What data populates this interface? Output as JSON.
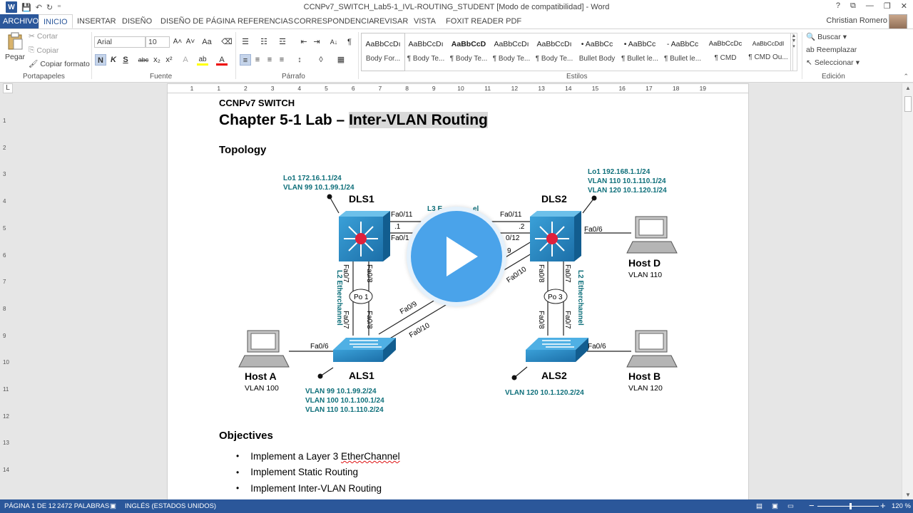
{
  "window": {
    "title": "CCNPv7_SWITCH_Lab5-1_IVL-ROUTING_STUDENT [Modo de compatibilidad] - Word",
    "help": "?",
    "ribbon_toggle": "⧉",
    "minimize": "—",
    "restore": "❐",
    "close": "✕",
    "user": "Christian Romero"
  },
  "qat": {
    "app_logo": "W",
    "save": "💾",
    "undo": "↶",
    "redo": "↻",
    "customize": "⁼"
  },
  "tabs": [
    "ARCHIVO",
    "INICIO",
    "INSERTAR",
    "DISEÑO",
    "DISEÑO DE PÁGINA",
    "REFERENCIAS",
    "CORRESPONDENCIA",
    "REVISAR",
    "VISTA",
    "FOXIT READER PDF"
  ],
  "active_tab": "INICIO",
  "clipboard": {
    "paste": "Pegar",
    "cut": "Cortar",
    "copy": "Copiar",
    "format_painter": "Copiar formato",
    "label": "Portapapeles"
  },
  "font": {
    "name": "Arial",
    "size": "10",
    "label": "Fuente",
    "grow": "A˄",
    "shrink": "A˅",
    "case": "Aa",
    "clear": "⌫",
    "bold": "N",
    "italic": "K",
    "underline": "S",
    "strike": "abc",
    "sub": "x₂",
    "sup": "x²",
    "effects": "A",
    "highlight": "ab",
    "color": "A"
  },
  "paragraph": {
    "label": "Párrafo",
    "bullets": "☰",
    "numbering": "☷",
    "multilevel": "☲",
    "dec_indent": "⇤",
    "inc_indent": "⇥",
    "sort": "A↓",
    "marks": "¶",
    "align_left": "≡",
    "center": "≡",
    "right": "≡",
    "justify": "≡",
    "spacing": "↕",
    "shading": "◊",
    "borders": "▦"
  },
  "styles": {
    "label": "Estilos",
    "items": [
      {
        "preview": "AaBbCcDı",
        "name": "Body For..."
      },
      {
        "preview": "AaBbCcDı",
        "name": "¶ Body Te..."
      },
      {
        "preview": "AaBbCcD",
        "name": "¶ Body Te..."
      },
      {
        "preview": "AaBbCcDı",
        "name": "¶ Body Te..."
      },
      {
        "preview": "AaBbCcDı",
        "name": "¶ Body Te..."
      },
      {
        "preview": "• AaBbCc",
        "name": "Bullet Body"
      },
      {
        "preview": "• AaBbCc",
        "name": "¶ Bullet le..."
      },
      {
        "preview": "- AaBbCc",
        "name": "¶ Bullet le..."
      },
      {
        "preview": "AaBbCcDc",
        "name": "¶ CMD"
      },
      {
        "preview": "AaBbCcDdI",
        "name": "¶ CMD Ou..."
      }
    ]
  },
  "editing": {
    "label": "Edición",
    "find": "Buscar",
    "replace": "Reemplazar",
    "select": "Seleccionar"
  },
  "ruler": {
    "corner": "L",
    "numbers": [
      "1",
      "1",
      "2",
      "3",
      "4",
      "5",
      "6",
      "7",
      "8",
      "9",
      "10",
      "11",
      "12",
      "13",
      "14",
      "15",
      "16",
      "17",
      "18",
      "19"
    ],
    "vnumbers": [
      "1",
      "2",
      "3",
      "4",
      "5",
      "6",
      "7",
      "8",
      "9",
      "10",
      "11",
      "12",
      "13",
      "14"
    ]
  },
  "document": {
    "header": "CCNPv7 SWITCH",
    "chapter_prefix": "Chapter 5-1 Lab – ",
    "chapter_highlight": "Inter-VLAN Routing",
    "topology_heading": "Topology",
    "objectives_heading": "Objectives",
    "objectives": [
      {
        "pre": "Implement a Layer 3 ",
        "mark": "EtherChannel"
      },
      {
        "pre": "Implement Static Routing",
        "mark": ""
      },
      {
        "pre": "Implement Inter-VLAN Routing",
        "mark": ""
      }
    ],
    "bullet": "•"
  },
  "topology": {
    "dls1": {
      "name": "DLS1",
      "info": [
        "Lo1 172.16.1.1/24",
        "VLAN 99 10.1.99.1/24"
      ]
    },
    "dls2": {
      "name": "DLS2",
      "info": [
        "Lo1 192.168.1.1/24",
        "VLAN 110 10.1.110.1/24",
        "VLAN 120 10.1.120.1/24"
      ]
    },
    "als1": {
      "name": "ALS1",
      "info": [
        "VLAN 99 10.1.99.2/24",
        "VLAN 100 10.1.100.1/24",
        "VLAN 110 10.1.110.2/24"
      ]
    },
    "als2": {
      "name": "ALS2",
      "info": [
        "VLAN 120 10.1.120.2/24"
      ]
    },
    "host_a": {
      "name": "Host A",
      "vlan": "VLAN 100"
    },
    "host_b": {
      "name": "Host B",
      "vlan": "VLAN 120"
    },
    "host_d": {
      "name": "Host D",
      "vlan": "VLAN 110"
    },
    "l3_label": "L3 E",
    "l3_label_end": "el",
    "po1": "Po 1",
    "po3": "Po 3",
    "l2_ether": "L2 Etherchannel",
    "ports": {
      "dls1_fa011": "Fa0/11",
      "dls1_fa012": "Fa0/1",
      "dls1_dot": ".1",
      "dls2_fa011": "Fa0/11",
      "dls2_fa012": "0/12",
      "dls2_dot": ".2",
      "dls2_fa06": "Fa0/6",
      "dls2_9": "9",
      "dls2_fa010": "Fa0/10",
      "fa07": "Fa0/7",
      "fa08": "Fa0/8",
      "als1_fa09": "Fa0/9",
      "als1_fa010": "Fa0/10",
      "als1_fa06": "Fa0/6",
      "als2_fa06": "Fa0/6"
    }
  },
  "status": {
    "page": "PÁGINA 1 DE 12",
    "words": "2472 PALABRAS",
    "lang": "INGLÉS (ESTADOS UNIDOS)",
    "zoom": "120 %",
    "zoom_minus": "−",
    "zoom_plus": "+",
    "zoom_level": 0.52
  },
  "colors": {
    "accent": "#2b579a",
    "info_text": "#0e6f7a",
    "play": "#4aa3ea"
  }
}
